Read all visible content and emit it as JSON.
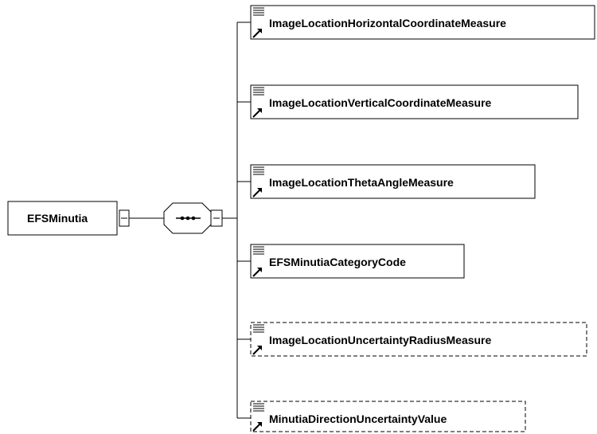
{
  "root": {
    "label": "EFSMinutia"
  },
  "compositor": {
    "kind": "sequence"
  },
  "children": [
    {
      "label": "ImageLocationHorizontalCoordinateMeasure",
      "optional": false
    },
    {
      "label": "ImageLocationVerticalCoordinateMeasure",
      "optional": false
    },
    {
      "label": "ImageLocationThetaAngleMeasure",
      "optional": false
    },
    {
      "label": "EFSMinutiaCategoryCode",
      "optional": false
    },
    {
      "label": "ImageLocationUncertaintyRadiusMeasure",
      "optional": true
    },
    {
      "label": "MinutiaDirectionUncertaintyValue",
      "optional": true
    }
  ]
}
